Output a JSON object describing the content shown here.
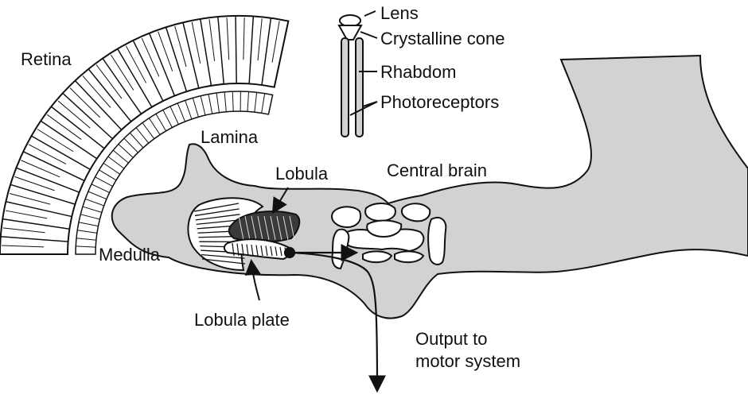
{
  "labels": {
    "lens": "Lens",
    "crystalline_cone": "Crystalline cone",
    "rhabdom": "Rhabdom",
    "photoreceptors": "Photoreceptors",
    "retina": "Retina",
    "lamina": "Lamina",
    "lobula": "Lobula",
    "central_brain": "Central brain",
    "medulla": "Medulla",
    "lobula_plate": "Lobula plate",
    "output_line1": "Output to",
    "output_line2": "motor system"
  },
  "colors": {
    "tissue_fill": "#d2d2d2",
    "outline": "#111111",
    "background": "#ffffff"
  }
}
